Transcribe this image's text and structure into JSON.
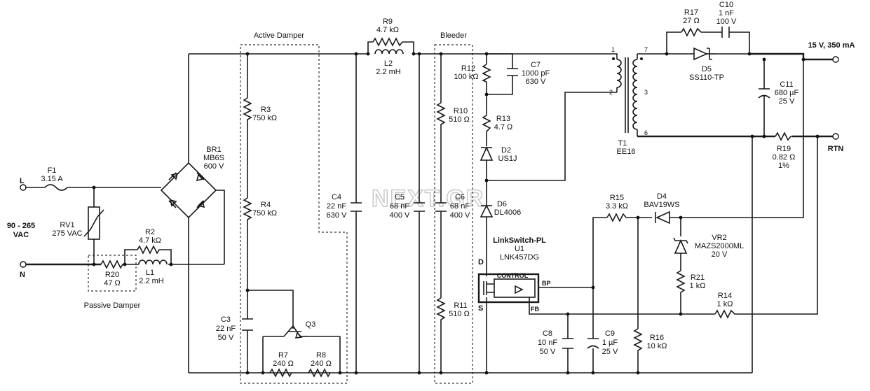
{
  "sections": {
    "active_damper": "Active Damper",
    "bleeder": "Bleeder",
    "passive_damper": "Passive Damper"
  },
  "terminals": {
    "line": "L",
    "neutral": "N",
    "input_voltage_1": "90 - 265",
    "input_voltage_2": "VAC",
    "output_positive": "15 V, 350 mA",
    "output_return": "RTN"
  },
  "components": {
    "F1": {
      "ref": "F1",
      "value": "3.15 A"
    },
    "RV1": {
      "ref": "RV1",
      "value": "275 VAC"
    },
    "R2": {
      "ref": "R2",
      "value": "4.7 kΩ"
    },
    "R20": {
      "ref": "R20",
      "value": "47 Ω"
    },
    "L1": {
      "ref": "L1",
      "value": "2.2 mH"
    },
    "BR1": {
      "ref": "BR1",
      "part": "MB6S",
      "value": "600 V"
    },
    "R3": {
      "ref": "R3",
      "value": "750 kΩ"
    },
    "R4": {
      "ref": "R4",
      "value": "750 kΩ"
    },
    "C3": {
      "ref": "C3",
      "value": "22 nF",
      "rating": "50 V"
    },
    "Q3": {
      "ref": "Q3"
    },
    "R7": {
      "ref": "R7",
      "value": "240 Ω"
    },
    "R8": {
      "ref": "R8",
      "value": "240 Ω"
    },
    "R9": {
      "ref": "R9",
      "value": "4.7 kΩ"
    },
    "L2": {
      "ref": "L2",
      "value": "2.2 mH"
    },
    "C4": {
      "ref": "C4",
      "value": "22 nF",
      "rating": "630 V"
    },
    "C5": {
      "ref": "C5",
      "value": "68 nF",
      "rating": "400 V"
    },
    "R10": {
      "ref": "R10",
      "value": "510 Ω"
    },
    "R11": {
      "ref": "R11",
      "value": "510 Ω"
    },
    "C6": {
      "ref": "C6",
      "value": "68 nF",
      "rating": "400 V"
    },
    "R12": {
      "ref": "R12",
      "value": "100 kΩ"
    },
    "C7": {
      "ref": "C7",
      "value": "1000 pF",
      "rating": "630 V"
    },
    "R13": {
      "ref": "R13",
      "value": "4.7 Ω"
    },
    "D2": {
      "ref": "D2",
      "part": "US1J"
    },
    "D6": {
      "ref": "D6",
      "part": "DL4006"
    },
    "U1": {
      "ref": "U1",
      "family": "LinkSwitch-PL",
      "part": "LNK457DG",
      "block": "CONTROL",
      "pin_d": "D",
      "pin_s": "S",
      "pin_bp": "BP",
      "pin_fb": "FB"
    },
    "T1": {
      "ref": "T1",
      "part": "EE16",
      "pin1": "1",
      "pin2": "2",
      "pin3": "3",
      "pin6": "6",
      "pin7": "7"
    },
    "R17": {
      "ref": "R17",
      "value": "27 Ω"
    },
    "C10": {
      "ref": "C10",
      "value": "1 nF",
      "rating": "100 V"
    },
    "D5": {
      "ref": "D5",
      "part": "SS110-TP"
    },
    "C11": {
      "ref": "C11",
      "value": "680 µF",
      "rating": "25 V"
    },
    "R19": {
      "ref": "R19",
      "value": "0.82 Ω",
      "tol": "1%"
    },
    "R15": {
      "ref": "R15",
      "value": "3.3 kΩ"
    },
    "D4": {
      "ref": "D4",
      "part": "BAV19WS"
    },
    "VR2": {
      "ref": "VR2",
      "part": "MAZS2000ML",
      "value": "20 V"
    },
    "R21": {
      "ref": "R21",
      "value": "1 kΩ"
    },
    "R14": {
      "ref": "R14",
      "value": "1 kΩ"
    },
    "C8": {
      "ref": "C8",
      "value": "10 nF",
      "rating": "50 V"
    },
    "C9": {
      "ref": "C9",
      "value": "1 µF",
      "rating": "25 V"
    },
    "R16": {
      "ref": "R16",
      "value": "10 kΩ"
    }
  },
  "watermark": "NEXT.GR"
}
